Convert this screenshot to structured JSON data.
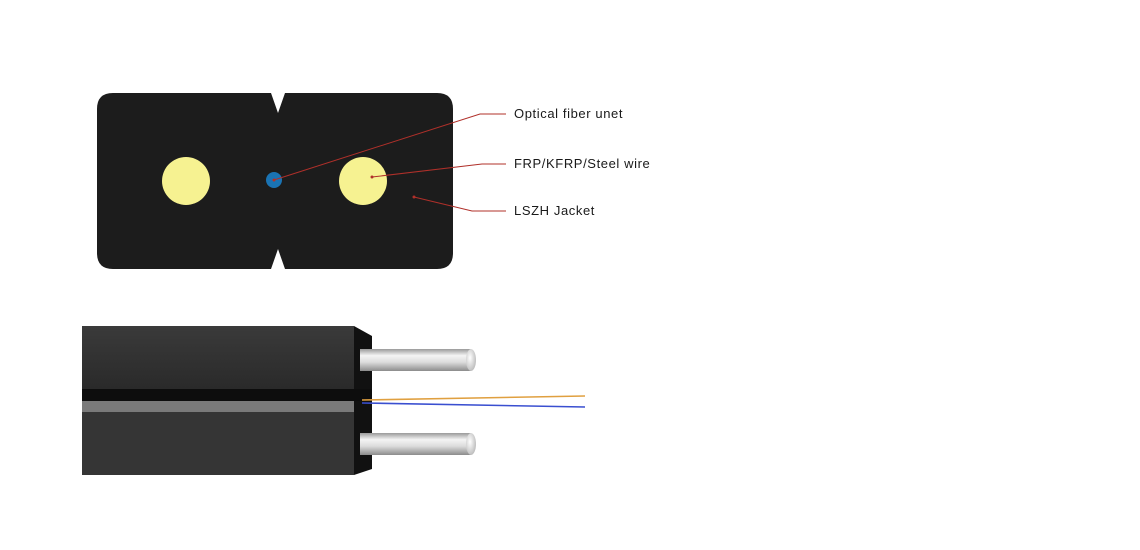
{
  "callouts": {
    "optical_fiber_unit": "Optical fiber unet",
    "strength_member": "FRP/KFRP/Steel wire",
    "jacket": "LSZH Jacket"
  },
  "colors": {
    "jacket": "#1c1c1c",
    "strength_member_cross_section": "#f6f291",
    "optical_fiber_cross_section": "#1a73b3",
    "leader_line": "#b0302a",
    "fiber_orange": "#e0a040",
    "fiber_blue": "#3a4fd0"
  }
}
